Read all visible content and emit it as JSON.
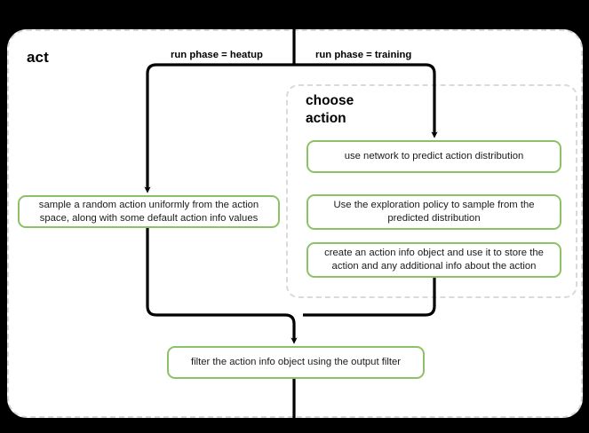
{
  "diagram": {
    "type": "flowchart",
    "title": "act",
    "background_color": "#000000",
    "panel_color": "#ffffff",
    "accent_color": "#8cc265",
    "dashed_border_color": "#d6d6d6",
    "connector_color": "#000000",
    "groups": [
      {
        "id": "choose-action",
        "title": "choose\naction",
        "title_line_1": "choose",
        "title_line_2": "action",
        "style": "dashed"
      }
    ],
    "edge_labels": [
      {
        "id": "heatup",
        "text": "run phase = heatup"
      },
      {
        "id": "training",
        "text": "run phase = training"
      }
    ],
    "nodes": [
      {
        "id": "sample-random-action",
        "text": "sample a random action uniformly from the action space, along with some default action info values",
        "branch": "heatup",
        "color": "#8cc265"
      },
      {
        "id": "use-network-predict",
        "text": "use network to predict action distribution",
        "branch": "training",
        "group": "choose-action",
        "color": "#8cc265"
      },
      {
        "id": "exploration-policy-sample",
        "text": "Use the exploration policy to sample from the predicted distribution",
        "branch": "training",
        "group": "choose-action",
        "color": "#8cc265"
      },
      {
        "id": "create-action-info",
        "text": "create an action info object and use it to store the action and any additional info about the action",
        "branch": "training",
        "group": "choose-action",
        "color": "#8cc265"
      },
      {
        "id": "filter-action-info",
        "text": "filter the action info object using the output filter",
        "branch": "merged",
        "color": "#8cc265"
      }
    ]
  }
}
